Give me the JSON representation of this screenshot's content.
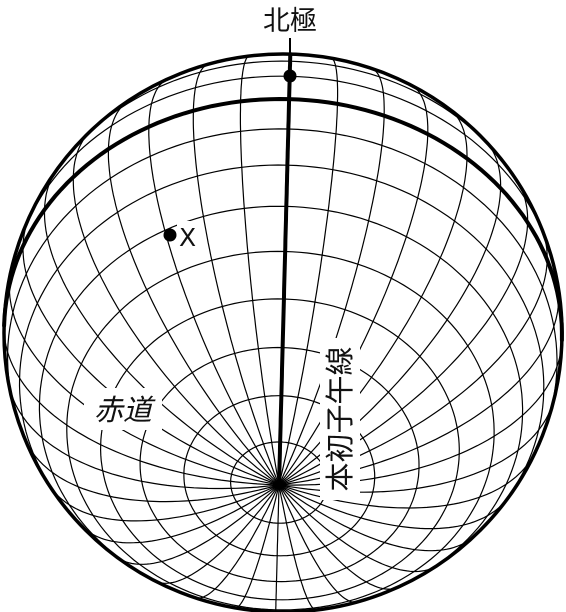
{
  "labels": {
    "north_pole": "北極",
    "equator": "赤道",
    "prime_meridian": "本初子午線",
    "point": "X"
  }
}
